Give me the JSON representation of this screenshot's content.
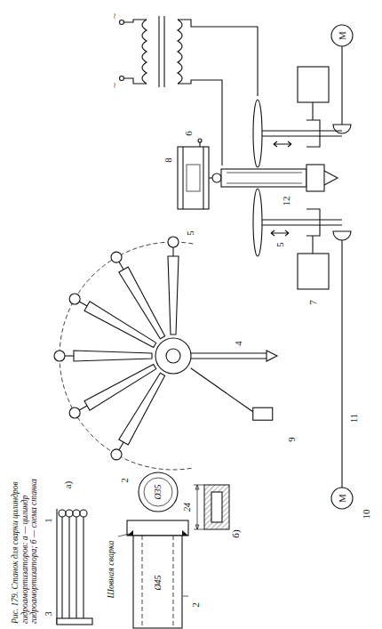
{
  "diagram": {
    "caption": "Рис. 179. Станок для сварки цилиндров гидроамортизаторов: а — цилиндр гидроамортизатора; б — схема станка",
    "labels": [
      "~",
      "~",
      "8",
      "6",
      "5",
      "12",
      "7",
      "М",
      "М",
      "11",
      "10",
      "б)",
      "5",
      "4",
      "9",
      "2",
      "а)",
      "1",
      "3",
      "2",
      "Шовная сварка",
      "Ø35",
      "Ø45",
      "24"
    ]
  }
}
